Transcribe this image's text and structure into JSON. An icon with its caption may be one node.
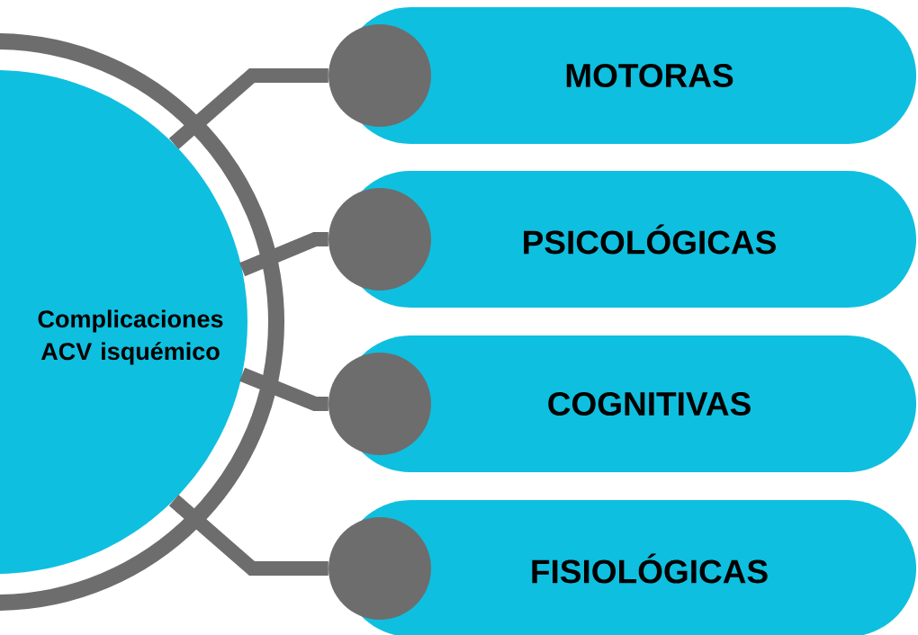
{
  "diagram": {
    "nodes": [
      {
        "text": [
          "Complicaciones ACV isquémico"
        ]
      },
      {
        "text": [
          "MOTORAS"
        ]
      },
      {
        "text": [
          "PSICOLÓGICAS"
        ]
      },
      {
        "text": [
          "COGNITIVAS"
        ]
      },
      {
        "text": [
          "FISIOLÓGICAS"
        ]
      },
      {
        "text": [],
        "shape": "circle"
      },
      {
        "text": [],
        "shape": "circle"
      },
      {
        "text": [],
        "shape": "circle"
      },
      {
        "text": [],
        "shape": "circle"
      }
    ],
    "edges": [
      {
        "from": 0,
        "to": 5,
        "arrow": "none"
      },
      {
        "from": 0,
        "to": 6,
        "arrow": "none"
      },
      {
        "from": 0,
        "to": 7,
        "arrow": "none"
      },
      {
        "from": 0,
        "to": 8,
        "arrow": "none"
      }
    ]
  }
}
